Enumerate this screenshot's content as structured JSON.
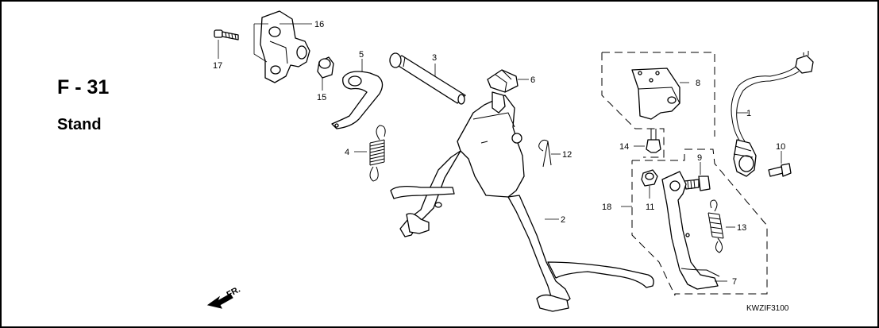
{
  "header": {
    "code": "F - 31",
    "name": "Stand"
  },
  "catalog_code": "KWZIF3100",
  "direction_label": "FR.",
  "parts": [
    {
      "id": "p1",
      "label": "1"
    },
    {
      "id": "p2",
      "label": "2"
    },
    {
      "id": "p3",
      "label": "3"
    },
    {
      "id": "p4",
      "label": "4"
    },
    {
      "id": "p5",
      "label": "5"
    },
    {
      "id": "p6",
      "label": "6"
    },
    {
      "id": "p7",
      "label": "7"
    },
    {
      "id": "p8",
      "label": "8"
    },
    {
      "id": "p9",
      "label": "9"
    },
    {
      "id": "p10",
      "label": "10"
    },
    {
      "id": "p11",
      "label": "11"
    },
    {
      "id": "p12",
      "label": "12"
    },
    {
      "id": "p13",
      "label": "13"
    },
    {
      "id": "p14",
      "label": "14"
    },
    {
      "id": "p15",
      "label": "15"
    },
    {
      "id": "p16",
      "label": "16"
    },
    {
      "id": "p17",
      "label": "17"
    },
    {
      "id": "p18",
      "label": "18"
    }
  ]
}
